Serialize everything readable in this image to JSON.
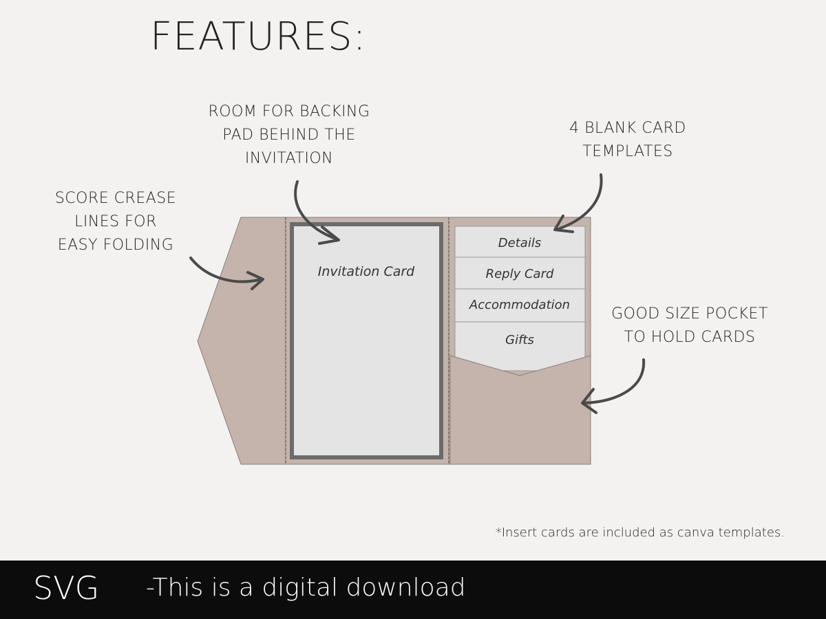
{
  "title": "FEATURES:",
  "callouts": {
    "backing_pad": [
      "ROOM FOR BACKING",
      "PAD BEHIND THE",
      "INVITATION"
    ],
    "blank_cards": [
      "4 BLANK CARD",
      "TEMPLATES"
    ],
    "score_crease": [
      "SCORE CREASE",
      "LINES FOR",
      "EASY FOLDING"
    ],
    "pocket": [
      "GOOD SIZE POCKET",
      "TO HOLD CARDS"
    ]
  },
  "cards": {
    "invitation": "Invitation Card",
    "inserts": [
      "Details",
      "Reply Card",
      "Accommodation",
      "Gifts"
    ]
  },
  "note": "*Insert cards are included as canva templates.",
  "footer": {
    "format": "SVG",
    "tagline": "-This is a digital download"
  },
  "colors": {
    "background": "#f3f2f0",
    "pocket_fold": "#c4b4ac",
    "card": "#e4e4e4",
    "card_border": "#6b6b6b",
    "footer": "#0c0c0c"
  }
}
